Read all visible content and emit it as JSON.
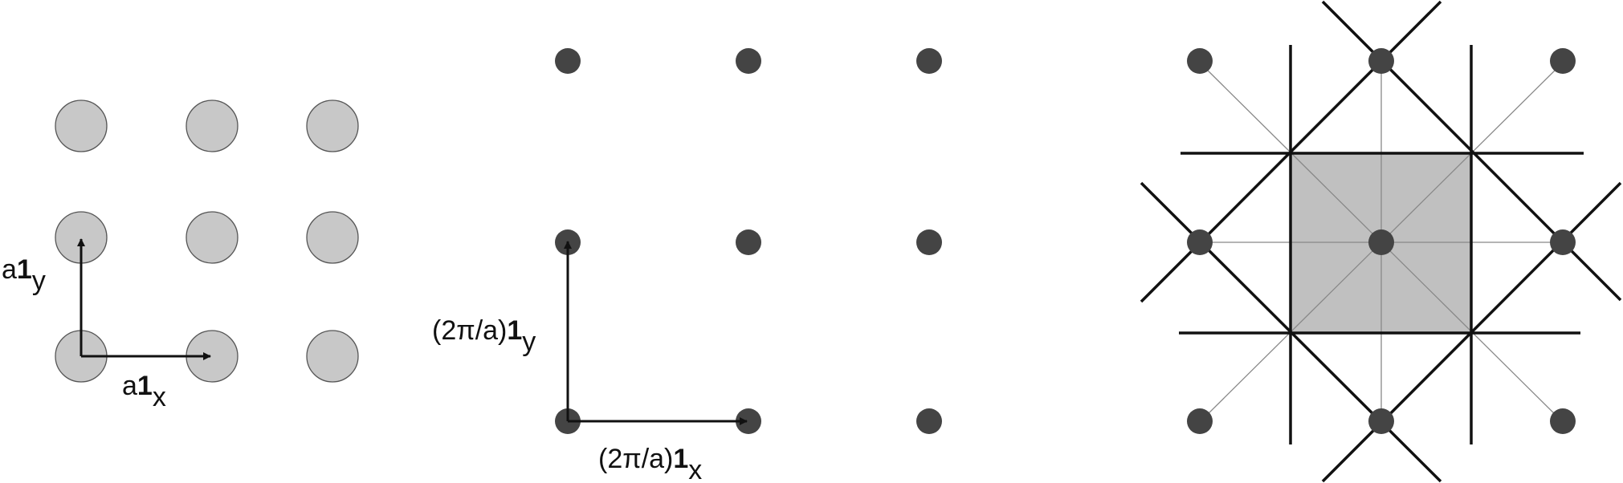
{
  "colors": {
    "real_atom_fill": "#c8c8c8",
    "real_atom_stroke": "#555555",
    "reciprocal_point": "#444444",
    "zone_fill": "#c0c0c0",
    "line": "#111111",
    "thin_line": "#888888"
  },
  "panel_real": {
    "vec_y": {
      "prefix": "a",
      "bold": "1",
      "sub": "y"
    },
    "vec_x": {
      "prefix": "a",
      "bold": "1",
      "sub": "x"
    }
  },
  "panel_reciprocal": {
    "vec_y": {
      "prefix": "(2π/a)",
      "bold": "1",
      "sub": "y"
    },
    "vec_x": {
      "prefix": "(2π/a)",
      "bold": "1",
      "sub": "x"
    }
  }
}
